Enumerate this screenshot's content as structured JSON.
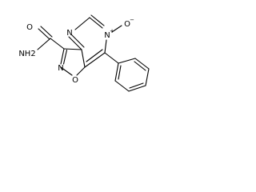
{
  "structure": {
    "atoms": {
      "carbonyl_oxygen": "O",
      "amide_nitrogen": "NH2",
      "ring_nitrogen_top": "N",
      "ring_nitrogen_oxide": "N",
      "oxide_charge": "+",
      "oxide_oxygen": "O",
      "oxide_oxygen_charge": "−",
      "isoxazole_nitrogen": "N",
      "isoxazole_oxygen": "O"
    }
  }
}
